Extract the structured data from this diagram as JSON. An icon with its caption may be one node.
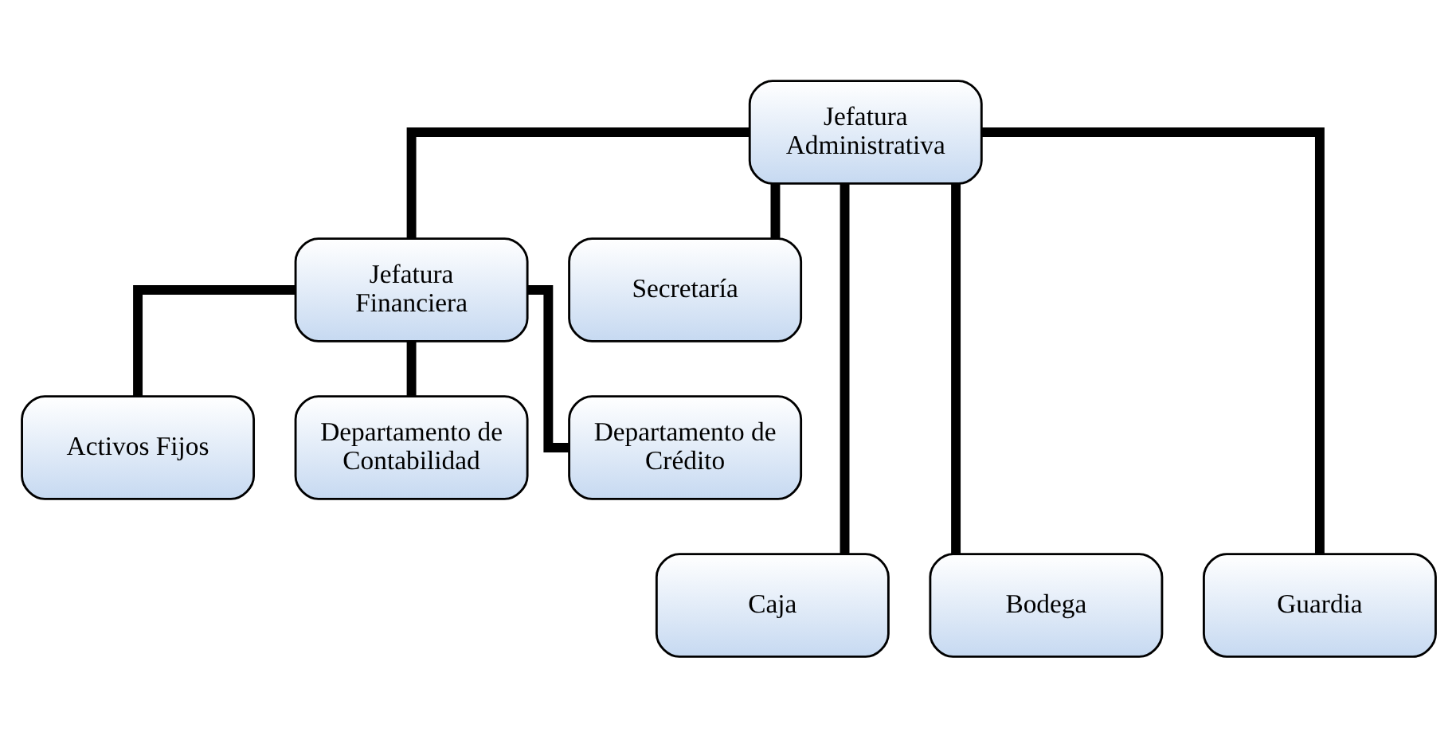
{
  "diagram": {
    "nodes": [
      {
        "text": [
          "Jefatura Administrativa"
        ]
      },
      {
        "text": [
          "Jefatura Financiera"
        ]
      },
      {
        "text": [
          "Secretaría"
        ]
      },
      {
        "text": [
          "Activos Fijos"
        ]
      },
      {
        "text": [
          "Departamento de Contabilidad"
        ]
      },
      {
        "text": [
          "Departamento de Crédito"
        ]
      },
      {
        "text": [
          "Caja"
        ]
      },
      {
        "text": [
          "Bodega"
        ]
      },
      {
        "text": [
          "Guardia"
        ]
      }
    ],
    "edges": [
      {
        "from": 0,
        "to": 1,
        "arrow": "none"
      },
      {
        "from": 0,
        "to": 2,
        "arrow": "none"
      },
      {
        "from": 1,
        "to": 3,
        "arrow": "none"
      },
      {
        "from": 1,
        "to": 4,
        "arrow": "none"
      },
      {
        "from": 1,
        "to": 5,
        "arrow": "none"
      },
      {
        "from": 0,
        "to": 6,
        "arrow": "none"
      },
      {
        "from": 0,
        "to": 7,
        "arrow": "none"
      },
      {
        "from": 0,
        "to": 8,
        "arrow": "none"
      }
    ]
  }
}
